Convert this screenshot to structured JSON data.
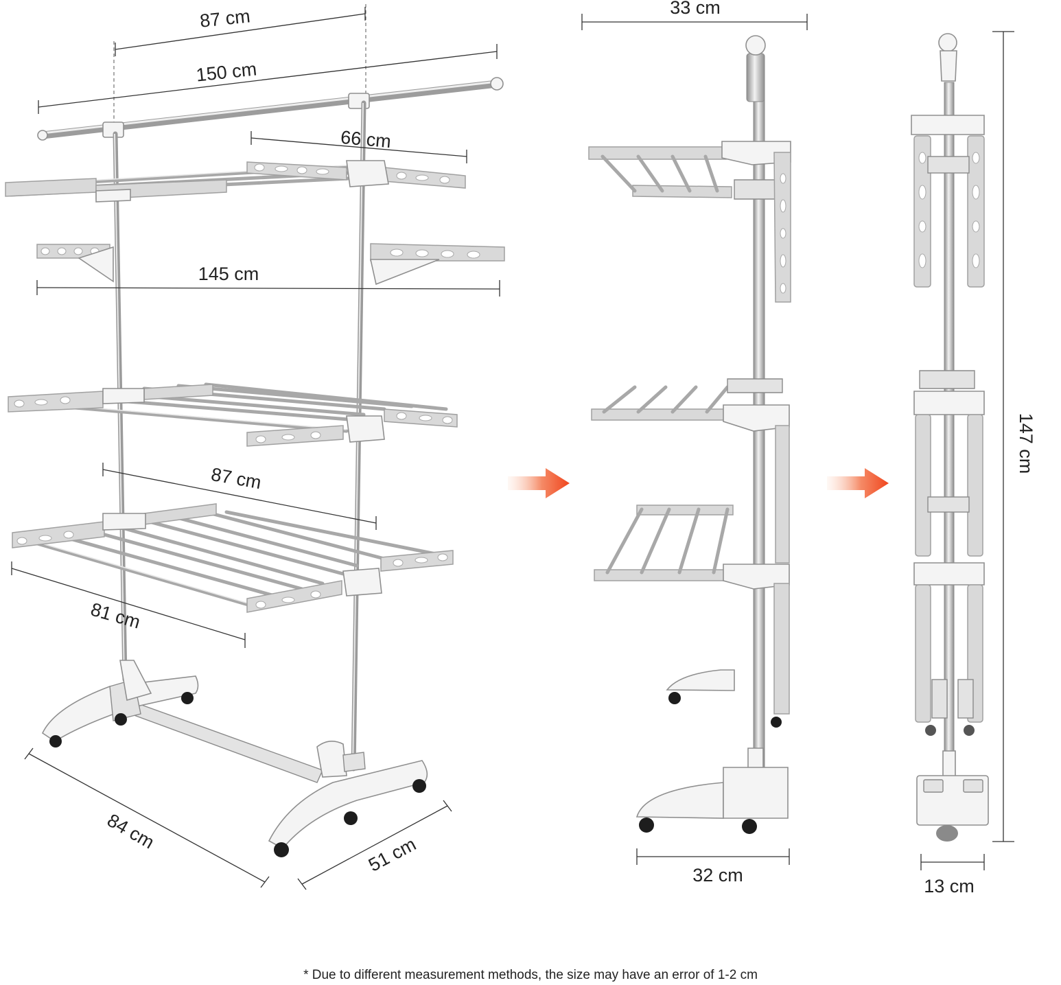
{
  "dimensions": {
    "expanded": {
      "top_span_width": "87 cm",
      "top_rod_width": "150 cm",
      "wing_length": "66 cm",
      "wings_open_width": "145 cm",
      "shelf_depth": "87 cm",
      "shelf_width": "81 cm",
      "base_length": "84 cm",
      "base_depth": "51 cm"
    },
    "semi_folded": {
      "shelf_top_width": "33 cm",
      "base_width": "32 cm"
    },
    "folded": {
      "height": "147 cm",
      "width": "13 cm"
    }
  },
  "footnote": "* Due to different measurement methods, the size may have an error of 1-2 cm",
  "colors": {
    "arrow_start": "#fde3d6",
    "arrow_end": "#f0461e",
    "steel": "#a8a8a8",
    "plastic": "#f4f4f4",
    "wheel": "#1d1d1d"
  },
  "icons": {
    "transition_arrow": "right-arrow-icon"
  }
}
